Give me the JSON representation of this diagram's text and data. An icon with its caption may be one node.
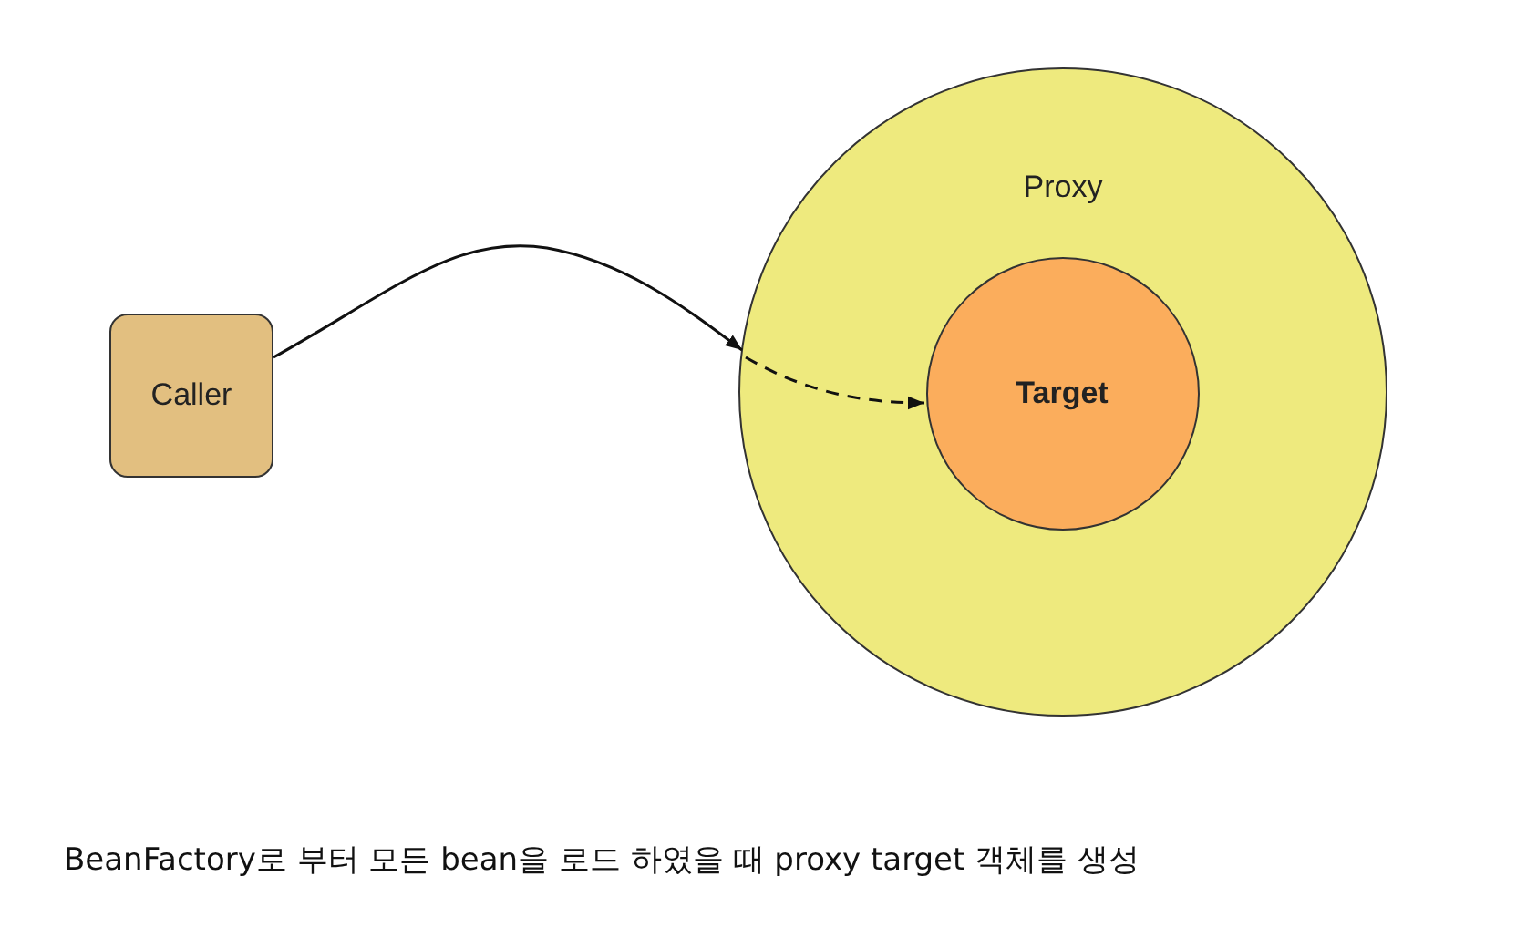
{
  "diagram": {
    "caption": "BeanFactory로 부터 모든 bean을 로드 하였을 때 proxy target 객체를 생성",
    "nodes": [
      {
        "text": [
          "Caller"
        ]
      },
      {
        "text": [
          "Proxy"
        ]
      },
      {
        "text": [
          "Target"
        ],
        "in": 1
      }
    ],
    "edges": [
      {
        "from": 0,
        "to": 1,
        "arrow": "to"
      },
      {
        "from": 1,
        "to": 2,
        "arrow": "to",
        "style": "dashed"
      }
    ]
  }
}
